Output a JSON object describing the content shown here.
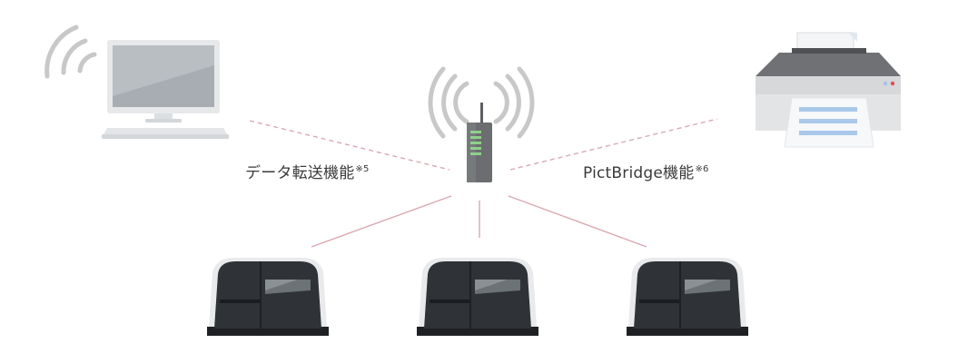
{
  "labels": {
    "data_transfer": {
      "text": "データ転送機能",
      "note": "※5"
    },
    "pictbridge": {
      "text": "PictBridge機能",
      "note": "※6"
    }
  },
  "icons": {
    "computer": "computer-icon",
    "wifi": "wifi-waves-icon",
    "router": "wireless-router-icon",
    "printer": "printer-icon",
    "device": "analyzer-device-icon"
  },
  "colors": {
    "link_line": "#d9a8b0",
    "device_body": "#2f3236",
    "device_shell": "#e9eaec",
    "wave": "#c8c8c8"
  },
  "devices": [
    {
      "name": "device-1"
    },
    {
      "name": "device-2"
    },
    {
      "name": "device-3"
    }
  ]
}
